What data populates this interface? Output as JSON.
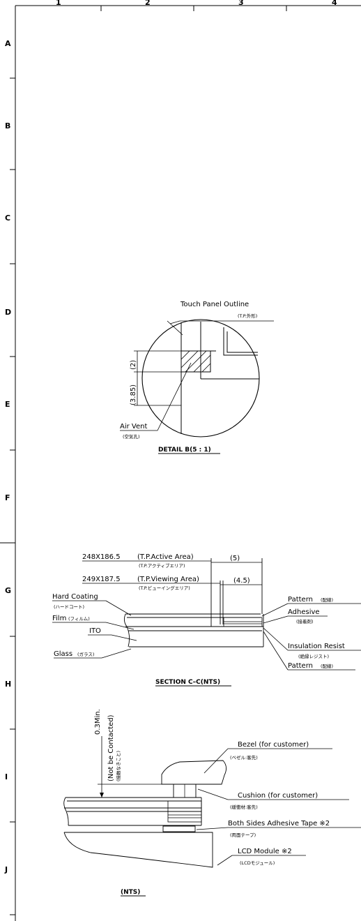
{
  "border": {
    "columns": [
      "1",
      "2",
      "3",
      "4"
    ],
    "rows": [
      "A",
      "B",
      "C",
      "D",
      "E",
      "F",
      "G",
      "H",
      "I",
      "J"
    ]
  },
  "detail_b": {
    "title": "DETAIL  B(5 : 1)",
    "outline_label": "Touch Panel Outline",
    "outline_sub": "(T.P.外形)",
    "air_vent_label": "Air Vent",
    "air_vent_sub": "(空気孔)",
    "dim_top": "(2)",
    "dim_bottom": "(3.85)"
  },
  "section_cc": {
    "title": "SECTION  C–C(NTS)",
    "active_dims": "248X186.5",
    "active_label": "(T.P.Active Area)",
    "active_sub": "(T.P.アクティブエリア)",
    "viewing_dims": "249X187.5",
    "viewing_label": "(T.P.Viewing Area)",
    "viewing_sub": "(T.P.ビューイングエリア)",
    "dim_5": "(5)",
    "dim_4_5": "(4.5)",
    "hard_coating": "Hard Coating",
    "hard_coating_sub": "(ハードコート)",
    "film": "Film",
    "film_sub": "(フィルム)",
    "ito": "ITO",
    "glass": "Glass",
    "glass_sub": "(ガラス)",
    "pattern_top": "Pattern",
    "pattern_top_sub": "(配線)",
    "adhesive": "Adhesive",
    "adhesive_sub": "(接着剤)",
    "insulation": "Insulation Resist",
    "insulation_sub": "(絶縁レジスト)",
    "pattern_bottom": "Pattern",
    "pattern_bottom_sub": "(配線)"
  },
  "nts_view": {
    "title": "(NTS)",
    "min_gap": "0.3Min.",
    "not_contacted": "(Not be Contacted)",
    "not_contacted_sub": "(接触なきこと)",
    "bezel": "Bezel (for customer)",
    "bezel_sub": "(ベゼル:客先)",
    "cushion": "Cushion (for customer)",
    "cushion_sub": "(緩衝材:客先)",
    "tape": "Both Sides Adhesive Tape ※2",
    "tape_sub": "(両面テープ)",
    "lcd": "LCD Module ※2",
    "lcd_sub": "(LCDモジュール)"
  }
}
